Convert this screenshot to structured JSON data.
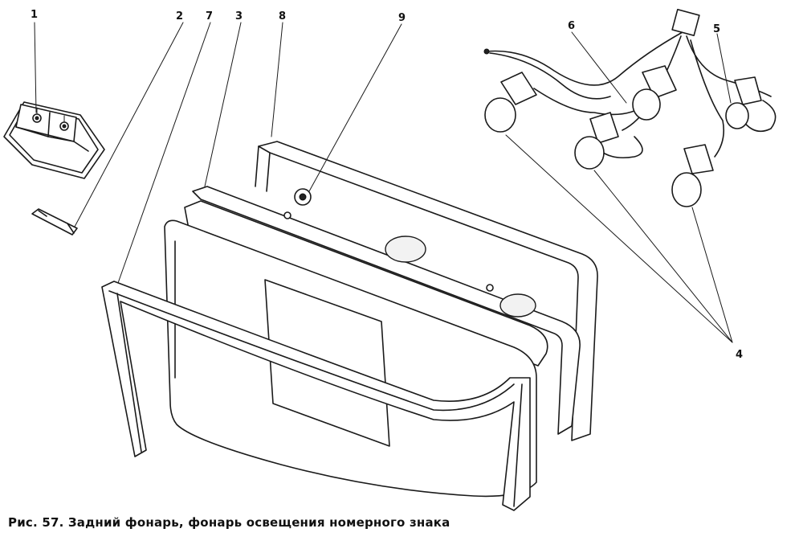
{
  "caption": "Рис. 57. Задний фонарь, фонарь освещения номерного знака",
  "callouts": {
    "c1": "1",
    "c2": "2",
    "c3": "3",
    "c4": "4",
    "c5": "5",
    "c6": "6",
    "c7": "7",
    "c8": "8",
    "c9": "9"
  }
}
